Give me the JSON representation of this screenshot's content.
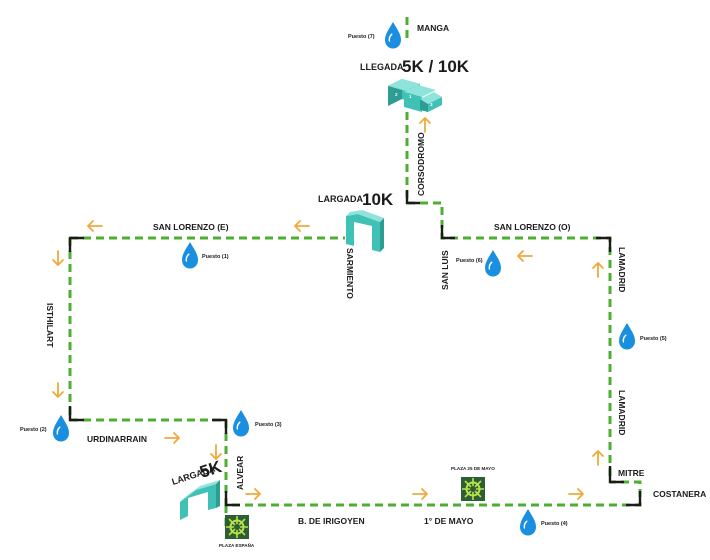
{
  "streets": {
    "manga": "MANGA",
    "corsodromo": "CORSODROMO",
    "san_lorenzo_e": "SAN LORENZO (E)",
    "san_lorenzo_o": "SAN LORENZO (O)",
    "sarmiento": "SARMIENTO",
    "san_luis": "SAN LUIS",
    "lamadrid_top": "LAMADRID",
    "lamadrid_bottom": "LAMADRID",
    "isthilart": "ISTHILART",
    "urdinarrain": "URDINARRAIN",
    "alvear": "ALVEAR",
    "b_de_irigoyen": "B. DE IRIGOYEN",
    "primero_de_mayo": "1° DE MAYO",
    "mitre": "MITRE",
    "costanera": "COSTANERA"
  },
  "finish": {
    "label": "LLEGADA",
    "distance": "5K / 10K"
  },
  "start_10k": {
    "label": "LARGADA",
    "distance": "10K"
  },
  "start_5k": {
    "label": "LARGADA",
    "distance": "5K"
  },
  "water_stations": [
    {
      "label": "Puesto (1)"
    },
    {
      "label": "Puesto (2)"
    },
    {
      "label": "Puesto (3)"
    },
    {
      "label": "Puesto (4)"
    },
    {
      "label": "Puesto (5)"
    },
    {
      "label": "Puesto (6)"
    },
    {
      "label": "Puesto (7)"
    }
  ],
  "podium": {
    "first": "1",
    "second": "2",
    "third": "3"
  },
  "plazas": {
    "espana": "PLAZA ESPAÑA",
    "mayo25": "PLAZA 25 DE MAYO"
  },
  "colors": {
    "route": "#4caf32",
    "arrow": "#f0a93a",
    "water": "#1a8fe0",
    "podium": "#3fc1b6",
    "corner": "#1b1b1b",
    "plaza": "#2e5e33"
  },
  "icons": {
    "water": "water-drop-icon",
    "podium": "podium-icon",
    "start_gate": "start-arch-icon",
    "plaza": "plaza-icon",
    "direction": "direction-arrow-icon"
  }
}
